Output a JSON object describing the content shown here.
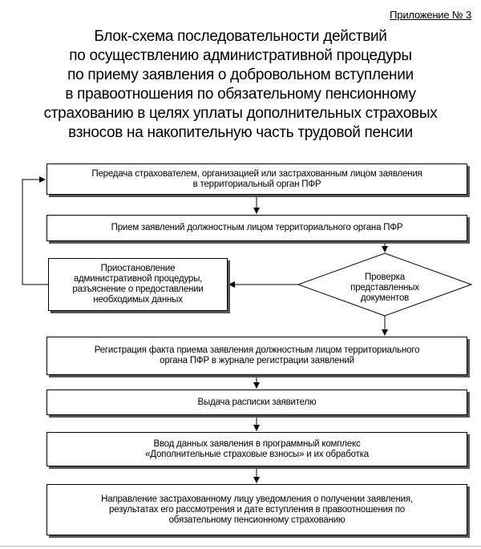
{
  "appendix_label": "Приложение № 3",
  "title_lines": [
    "Блок-схема последовательности действий",
    "по осуществлению административной процедуры",
    "по приему заявления о добровольном вступлении",
    "в правоотношения по обязательному пенсионному",
    "страхованию в целях уплаты дополнительных страховых",
    "взносов на накопительную часть трудовой пенсии"
  ],
  "steps": {
    "transfer": [
      "Передача страхователем, организацией или застрахованным лицом заявления",
      "в территориальный орган ПФР"
    ],
    "reception": [
      "Прием заявлений должностным лицом территориального органа ПФР"
    ],
    "check": [
      "Проверка",
      "представленных",
      "документов"
    ],
    "suspension": [
      "Приостановление",
      "административной процедуры,",
      "разъяснение о предоставлении",
      "необходимых данных"
    ],
    "registration": [
      "Регистрация факта приема заявления должностным лицом территориального",
      "органа ПФР в журнале регистрации заявлений"
    ],
    "receipt": [
      "Выдача расписки заявителю"
    ],
    "data_entry": [
      "Ввод данных заявления в программный комплекс",
      "«Дополнительные страховые взносы» и их обработка"
    ],
    "notification": [
      "Направление застрахованному лицу уведомления о получении заявления,",
      "результатах его рассмотрения и дате вступления в правоотношения по",
      "обязательному пенсионному страхованию"
    ]
  },
  "colors": {
    "line": "#000000",
    "shadow": "#555555",
    "background": "#ffffff"
  }
}
